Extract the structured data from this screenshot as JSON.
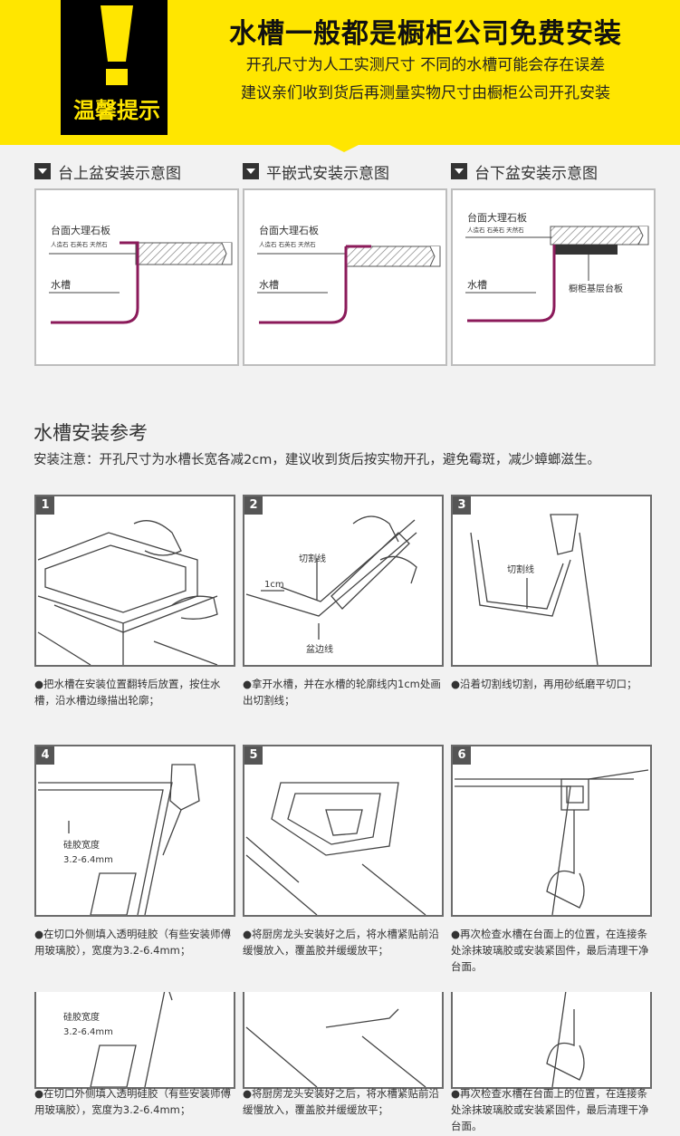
{
  "banner": {
    "warn_label": "温馨提示",
    "title": "水槽一般都是橱柜公司免费安装",
    "line1": "开孔尺寸为人工实测尺寸   不同的水槽可能会存在误差",
    "line2": "建议亲们收到货后再测量实物尺寸由橱柜公司开孔安装",
    "accent_color": "#ffe600"
  },
  "types": [
    {
      "title": "台上盆安装示意图",
      "counter": "台面大理石板",
      "materials": "人造石   石英石   天然石",
      "sink": "水槽",
      "extra": ""
    },
    {
      "title": "平嵌式安装示意图",
      "counter": "台面大理石板",
      "materials": "人造石   石英石   天然石",
      "sink": "水槽",
      "extra": ""
    },
    {
      "title": "台下盆安装示意图",
      "counter": "台面大理石板",
      "materials": "人造石   石英石   天然石",
      "sink": "水槽",
      "extra": "橱柜基层台板"
    }
  ],
  "reference": {
    "title": "水槽安装参考",
    "note": "安装注意：开孔尺寸为水槽长宽各减2cm，建议收到货后按实物开孔，避免霉斑，减少蟑螂滋生。"
  },
  "steps": [
    {
      "num": "1",
      "caption": "把水槽在安装位置翻转后放置，按住水槽，沿水槽边缘描出轮廓；",
      "labels": []
    },
    {
      "num": "2",
      "caption": "拿开水槽，并在水槽的轮廓线内1cm处画出切割线；",
      "labels": [
        "切割线",
        "1cm",
        "盆边线"
      ]
    },
    {
      "num": "3",
      "caption": "沿着切割线切割，再用砂纸磨平切口；",
      "labels": [
        "切割线"
      ]
    },
    {
      "num": "4",
      "caption": "在切口外侧填入透明硅胶（有些安装师傅用玻璃胶），宽度为3.2-6.4mm；",
      "labels": [
        "硅胶宽度",
        "3.2-6.4mm"
      ]
    },
    {
      "num": "5",
      "caption": "将厨房龙头安装好之后，将水槽紧贴前沿缓慢放入，覆盖胶并缓缓放平；",
      "labels": []
    },
    {
      "num": "6",
      "caption": "再次检查水槽在台面上的位置，在连接条处涂抹玻璃胶或安装紧固件，最后清理干净台面。",
      "labels": []
    }
  ],
  "colors": {
    "sink_line": "#8b1a5a",
    "frame": "#6b6b6b"
  }
}
